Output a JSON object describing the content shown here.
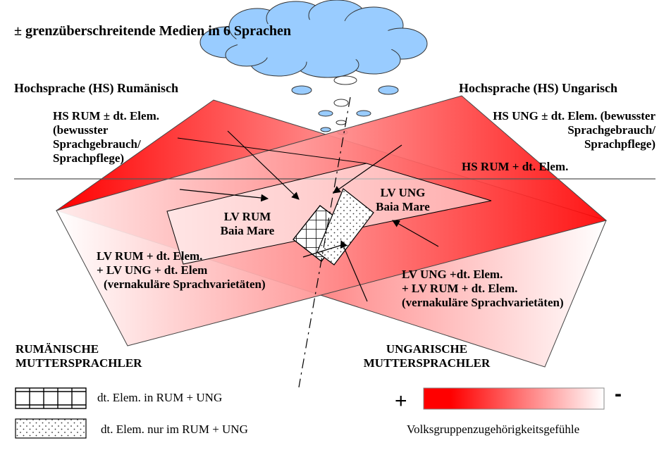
{
  "title": "± grenzüberschreitende Medien in 6 Sprachen",
  "hs_rum": "Hochsprache (HS) Rumänisch",
  "hs_ung": "Hochsprache (HS) Ungarisch",
  "hs_rum_desc": [
    "HS RUM ± dt. Elem.",
    "(bewusster",
    "Sprachgebrauch/",
    "Sprachpflege)"
  ],
  "hs_ung_desc": [
    "HS UNG ± dt. Elem. (bewusster",
    "Sprachgebrauch/",
    "Sprachpflege)"
  ],
  "hs_rum_plus": "HS RUM + dt. Elem.",
  "lv_rum": [
    "LV  RUM",
    "Baia Mare"
  ],
  "lv_ung": [
    "LV  UNG",
    "Baia Mare"
  ],
  "lv_rum_desc": [
    "LV  RUM + dt. Elem.",
    "+ LV UNG + dt. Elem",
    "(vernakuläre Sprachvarietäten)"
  ],
  "lv_ung_desc": [
    "LV  UNG +dt. Elem.",
    "+ LV RUM + dt. Elem.",
    "(vernakuläre Sprachvarietäten)"
  ],
  "group_rum": [
    "RUMÄNISCHE",
    "MUTTERSPRACHLER"
  ],
  "group_ung": [
    "UNGARISCHE",
    "MUTTERSPRACHLER"
  ],
  "legend": {
    "grid": "dt. Elem. in RUM + UNG",
    "dots": "dt. Elem. nur im RUM + UNG",
    "gradient_caption": "Volksgruppenzugehörigkeitsgefühle",
    "plus": "+",
    "minus": "-"
  },
  "colors": {
    "red": "#ff0000",
    "white": "#ffffff",
    "cloud": "#99ccff",
    "lines": "#000000"
  }
}
